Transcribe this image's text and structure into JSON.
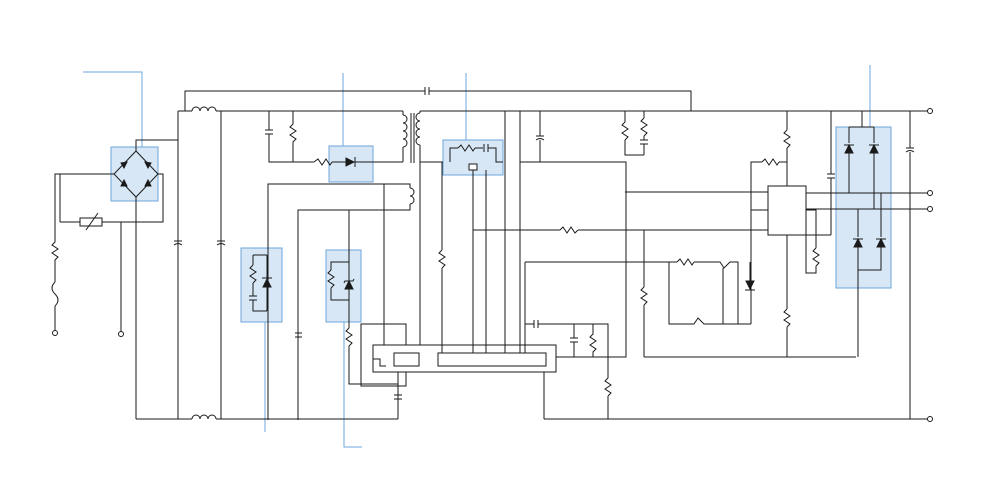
{
  "diagram": {
    "type": "circuit-schematic",
    "text_labels": [],
    "highlight_color": "#d7e7f6",
    "highlight_border_color": "#6ea6d8",
    "leader_line_color": "#6ea6d8",
    "wire_color": "#1a1a1a",
    "highlighted_blocks": [
      {
        "name": "bridge-rectifier",
        "component": "diode-bridge"
      },
      {
        "name": "rcd-clamp",
        "component": "resistor-diode"
      },
      {
        "name": "rc-snubber",
        "component": "resistor-capacitor"
      },
      {
        "name": "output-rectifier-bridge",
        "component": "four-diodes"
      },
      {
        "name": "rcd-network-left",
        "component": "resistor-capacitor-diode"
      },
      {
        "name": "rz-network",
        "component": "resistor-zener"
      }
    ],
    "output_terminals": 4,
    "input_terminals": 2
  }
}
